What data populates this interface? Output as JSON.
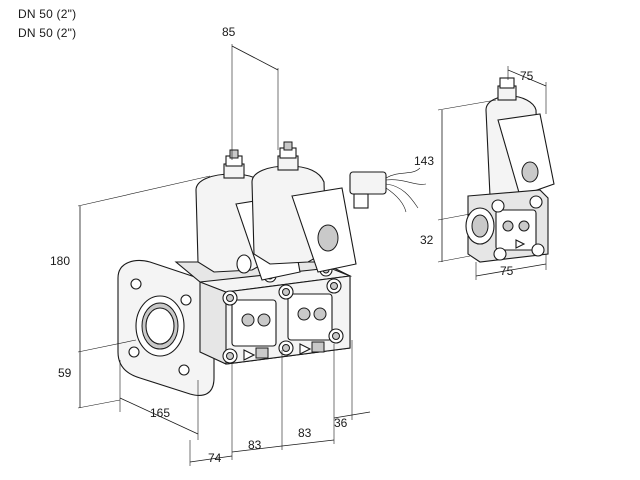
{
  "header": {
    "line1": "DN 50 (2\")",
    "line2": "DN 50 (2\")"
  },
  "dimensions": {
    "top_width": "85",
    "height_main": "180",
    "flange_offset": "59",
    "length_diag": "165",
    "bottom_74": "74",
    "spacing_1": "83",
    "spacing_2": "83",
    "end_36": "36",
    "small_top": "75",
    "small_height": "143",
    "small_offset": "32",
    "small_bottom": "75"
  }
}
